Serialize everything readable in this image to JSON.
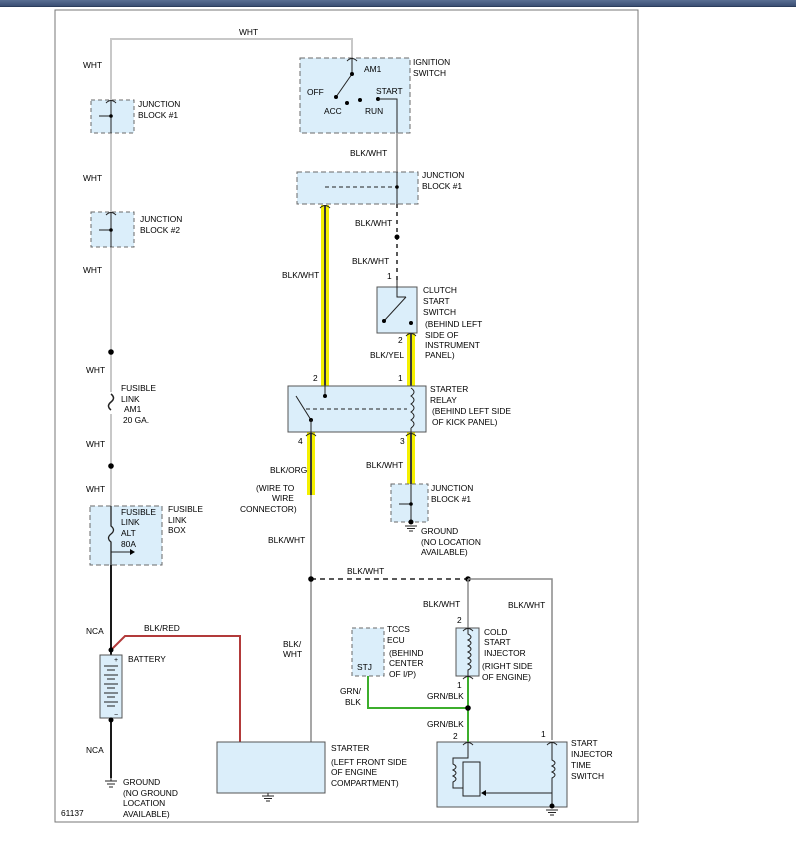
{
  "diagram": {
    "figure_id": "61137",
    "wire_labels": {
      "wht_top": "WHT",
      "wht_1": "WHT",
      "wht_2": "WHT",
      "wht_3": "WHT",
      "wht_4": "WHT",
      "wht_5": "WHT",
      "wht_6": "WHT",
      "nca_1": "NCA",
      "nca_2": "NCA",
      "blk_red": "BLK/RED",
      "blk_wht_1": "BLK/WHT",
      "blk_wht_2": "BLK/WHT",
      "blk_wht_3": "BLK/WHT",
      "blk_wht_4": "BLK/WHT",
      "blk_wht_5": "BLK/WHT",
      "blk_wht_6": "BLK/WHT",
      "blk_wht_7": "BLK/WHT",
      "blk_wht_8": "BLK/WHT",
      "blk_wht_9": "BLK/WHT",
      "blk_yel": "BLK/YEL",
      "blk_org": "BLK/ORG",
      "blk_wht_split_a": "BLK/",
      "blk_wht_split_b": "WHT",
      "grn_blk_split_a": "GRN/",
      "grn_blk_split_b": "BLK",
      "grn_blk_1": "GRN/BLK",
      "grn_blk_2": "GRN/BLK"
    },
    "pins": {
      "relay_2": "2",
      "relay_1": "1",
      "relay_4": "4",
      "relay_3": "3",
      "clutch_1": "1",
      "clutch_2": "2",
      "injector_2": "2",
      "injector_1": "1",
      "timer_2": "2",
      "timer_1": "1"
    },
    "components": {
      "ignition_switch": [
        "IGNITION",
        "SWITCH"
      ],
      "ign_am1": "AM1",
      "ign_off": "OFF",
      "ign_start": "START",
      "ign_acc": "ACC",
      "ign_run": "RUN",
      "jb1_left": [
        "JUNCTION",
        "BLOCK #1"
      ],
      "jb2_left": [
        "JUNCTION",
        "BLOCK #2"
      ],
      "jb1_center": [
        "JUNCTION",
        "BLOCK #1"
      ],
      "clutch_switch": [
        "CLUTCH",
        "START",
        "SWITCH"
      ],
      "clutch_note": [
        "(BEHIND LEFT",
        "SIDE OF",
        "INSTRUMENT",
        "PANEL)"
      ],
      "fusible_link": [
        "FUSIBLE",
        "LINK",
        "AM1",
        "20 GA."
      ],
      "starter_relay": [
        "STARTER",
        "RELAY"
      ],
      "starter_relay_note": [
        "(BEHIND LEFT SIDE",
        "OF KICK PANEL)"
      ],
      "wire_connector": [
        "(WIRE TO",
        "WIRE",
        "CONNECTOR)"
      ],
      "jb1_lower": [
        "JUNCTION",
        "BLOCK #1"
      ],
      "ground_lower": [
        "GROUND",
        "(NO LOCATION",
        "AVAILABLE)"
      ],
      "fl_box_inner": [
        "FUSIBLE",
        "LINK",
        "ALT",
        "80A"
      ],
      "fl_box": [
        "FUSIBLE",
        "LINK",
        "BOX"
      ],
      "battery": "BATTERY",
      "tccs_ecu": [
        "TCCS",
        "ECU"
      ],
      "tccs_stj": "STJ",
      "tccs_note": [
        "(BEHIND",
        "CENTER",
        "OF I/P)"
      ],
      "cold_injector": [
        "COLD",
        "START",
        "INJECTOR"
      ],
      "cold_injector_note": [
        "(RIGHT SIDE",
        "OF ENGINE)"
      ],
      "starter": "STARTER",
      "starter_note": [
        "(LEFT FRONT SIDE",
        "OF ENGINE",
        "COMPARTMENT)"
      ],
      "timer_switch": [
        "START",
        "INJECTOR",
        "TIME",
        "SWITCH"
      ],
      "ground_left": [
        "GROUND",
        "(NO GROUND",
        "LOCATION",
        "AVAILABLE)"
      ]
    },
    "colors": {
      "wht_wire": "#c8c8c8",
      "highlight": "#f4f000",
      "blk_wire": "#1a1a1a",
      "red_wire": "#b23a3a",
      "grn_wire": "#3cae2c",
      "gray_wire": "#8a8a8a",
      "component_fill": "#dbeefa",
      "dash_border": "#6a6a6a"
    }
  }
}
